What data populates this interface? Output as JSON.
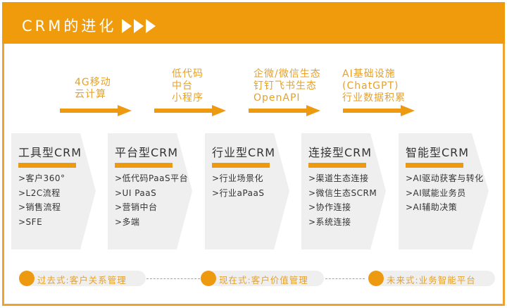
{
  "header": {
    "title": "CRM的进化",
    "accent_color": "#f09b0c",
    "decoration": "triple-play-arrows-icon"
  },
  "drivers": [
    {
      "lines": [
        "4G移动",
        "云计算"
      ]
    },
    {
      "lines": [
        "低代码",
        "中台",
        "小程序"
      ]
    },
    {
      "lines": [
        "企微/微信生态",
        "钉钉飞书生态",
        "OpenAPI"
      ]
    },
    {
      "lines": [
        "AI基础设施",
        "(ChatGPT)",
        "行业数据积累"
      ]
    }
  ],
  "stages": [
    {
      "title": "工具型CRM",
      "items": [
        ">客户360°",
        ">L2C流程",
        ">销售流程",
        ">SFE"
      ]
    },
    {
      "title": "平台型CRM",
      "items": [
        ">低代码PaaS平台",
        ">UI PaaS",
        ">营销中台",
        ">多端"
      ]
    },
    {
      "title": "行业型CRM",
      "items": [
        ">行业场景化",
        ">行业aPaaS"
      ]
    },
    {
      "title": "连接型CRM",
      "items": [
        ">渠道生态连接",
        ">微信生态SCRM",
        ">协作连接",
        ">系统连接"
      ]
    },
    {
      "title": "智能型CRM",
      "items": [
        ">AI驱动获客与转化",
        ">AI赋能业务员",
        ">AI辅助决策"
      ]
    }
  ],
  "eras": [
    {
      "label": "过去式:客户关系管理"
    },
    {
      "label": "现在式:客户价值管理"
    },
    {
      "label": "未来式:业务智能平台"
    }
  ]
}
